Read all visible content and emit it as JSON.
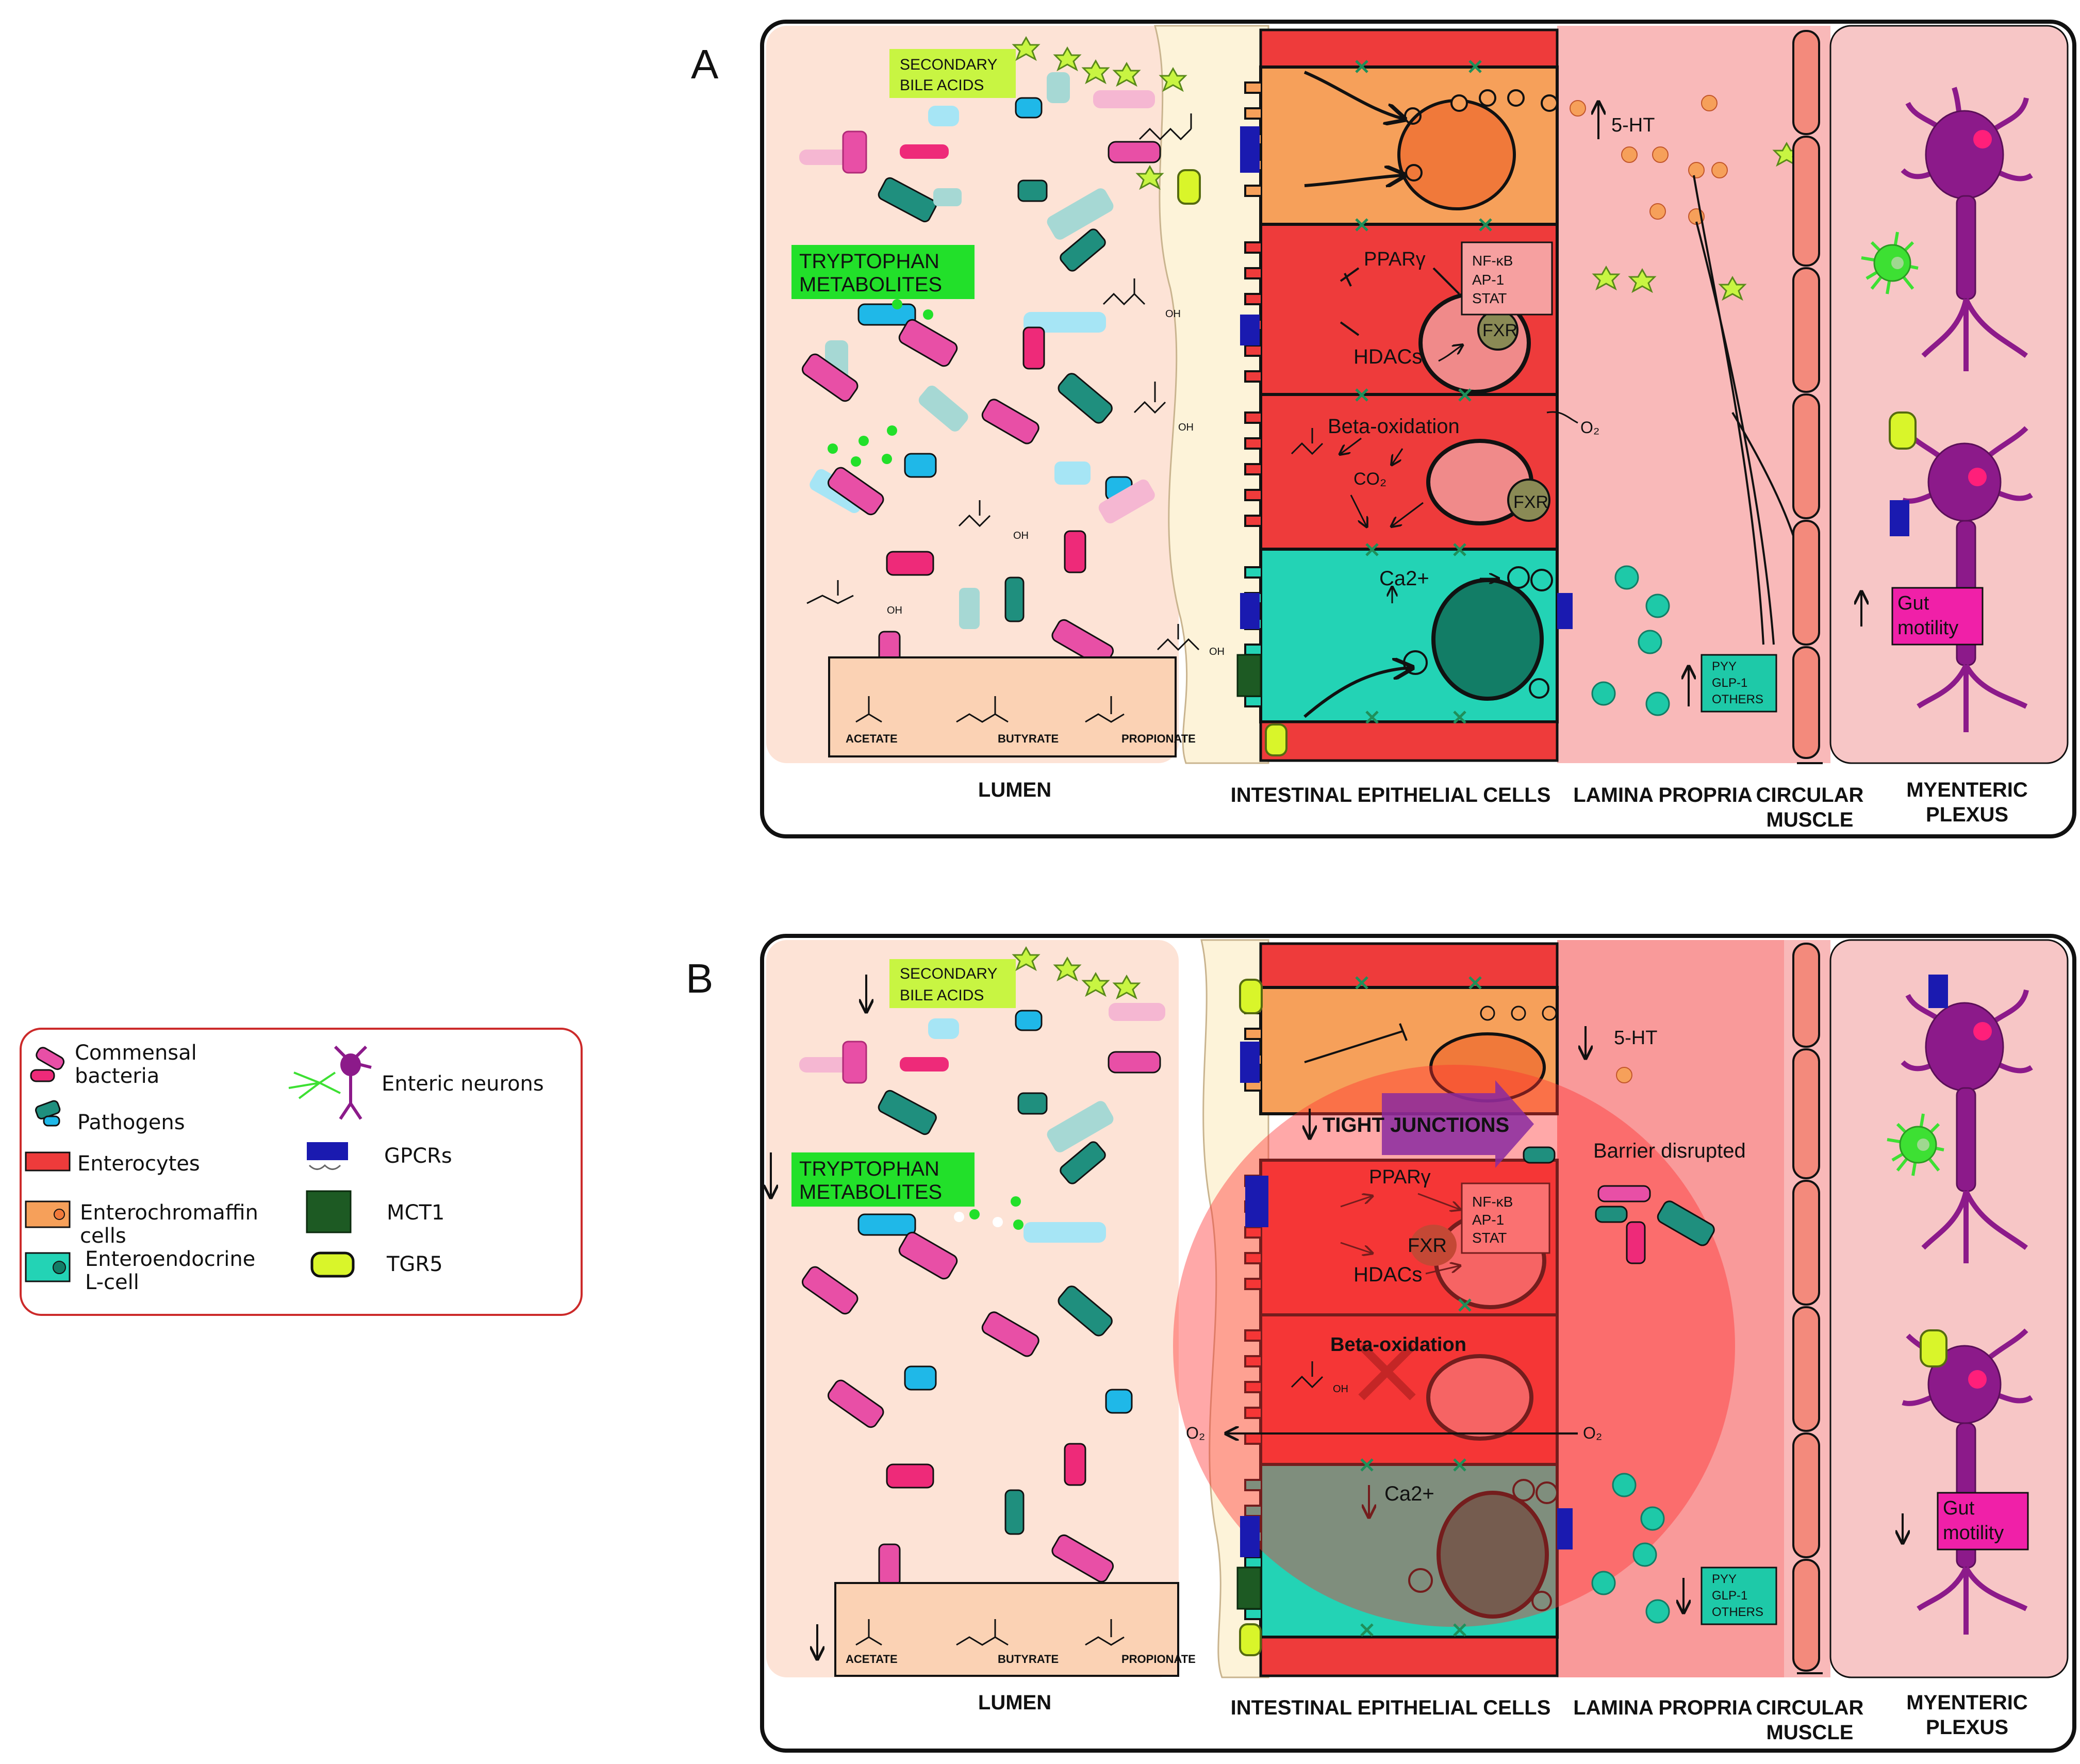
{
  "panels": {
    "a": {
      "letter": "A",
      "secondary_bile_acids": [
        "SECONDARY",
        "BILE ACIDS"
      ],
      "tryptophan_metabolites": [
        "TRYPTOPHAN",
        "METABOLITES"
      ],
      "five_ht": "5-HT",
      "ppar": "PPARγ",
      "nfkb_box": [
        "NF-κB",
        "AP-1",
        "STAT"
      ],
      "fxr": "FXR",
      "hdacs": "HDACs",
      "beta_oxidation": "Beta-oxidation",
      "o2": "O₂",
      "co2": "CO₂",
      "ca2": "Ca2+",
      "pyy_box": [
        "PYY",
        "GLP-1",
        "OTHERS"
      ],
      "gut_motility": [
        "Gut",
        "motility"
      ],
      "scfa": [
        "ACETATE",
        "BUTYRATE",
        "PROPIONATE"
      ],
      "oh": "OH",
      "regions": {
        "lumen": "LUMEN",
        "epithelium": "INTESTINAL EPITHELIAL CELLS",
        "lamina": "LAMINA PROPRIA",
        "muscle": [
          "CIRCULAR",
          "MUSCLE"
        ],
        "plexus": [
          "MYENTERIC",
          "PLEXUS"
        ]
      }
    },
    "b": {
      "letter": "B",
      "secondary_bile_acids": [
        "SECONDARY",
        "BILE ACIDS"
      ],
      "tryptophan_metabolites": [
        "TRYPTOPHAN",
        "METABOLITES"
      ],
      "five_ht": "5-HT",
      "tight_junctions": "TIGHT JUNCTIONS",
      "barrier_disrupted": "Barrier disrupted",
      "ppar": "PPARγ",
      "nfkb_box": [
        "NF-κB",
        "AP-1",
        "STAT"
      ],
      "fxr": "FXR",
      "hdacs": "HDACs",
      "beta_oxidation": "Beta-oxidation",
      "o2_left": "O₂",
      "o2_right": "O₂",
      "ca2": "Ca2+",
      "pyy_box": [
        "PYY",
        "GLP-1",
        "OTHERS"
      ],
      "gut_motility": [
        "Gut",
        "motility"
      ],
      "scfa": [
        "ACETATE",
        "BUTYRATE",
        "PROPIONATE"
      ],
      "oh": "OH",
      "regions": {
        "lumen": "LUMEN",
        "epithelium": "INTESTINAL EPITHELIAL CELLS",
        "lamina": "LAMINA PROPRIA",
        "muscle": [
          "CIRCULAR",
          "MUSCLE"
        ],
        "plexus": [
          "MYENTERIC",
          "PLEXUS"
        ]
      }
    }
  },
  "legend": {
    "commensal": [
      "Commensal",
      "bacteria"
    ],
    "pathogens": "Pathogens",
    "enterocytes": "Enterocytes",
    "enterochromaffin": [
      "Enterochromaffin",
      "cells"
    ],
    "enteroendocrine": [
      "Enteroendocrine",
      "L-cell"
    ],
    "enteric_neurons": "Enteric neurons",
    "gpcrs": "GPCRs",
    "mct1": "MCT1",
    "tgr5": "TGR5"
  },
  "colors": {
    "lumen": "#fde3d6",
    "mucus": "#fdf3d9",
    "enterochromaffin": "#f6a05a",
    "enterocyte": "#ee3b3b",
    "lcell": "#23d3b5",
    "lamina": "#f9b9b9",
    "neuron": "#8c1a8a",
    "pink_bacteria": "#e84fa6",
    "teal_pathogen": "#1f8f7e",
    "blue_pathogen": "#1fb8e8",
    "green_label": "#22e02a",
    "bile_label": "#c8f542",
    "disrupted": "#ff3030"
  }
}
